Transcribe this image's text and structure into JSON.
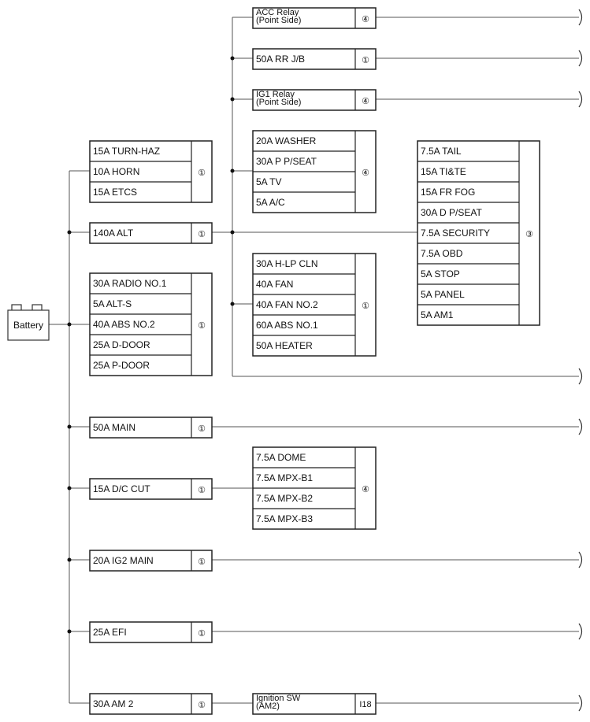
{
  "battery_label": "Battery",
  "boxes": [
    {
      "id": "acc-relay",
      "cells": [
        "ACC Relay\n(Point Side)"
      ],
      "conn": "④"
    },
    {
      "id": "rr-jb",
      "cells": [
        "50A RR J/B"
      ],
      "conn": "①"
    },
    {
      "id": "ig1-relay",
      "cells": [
        "IG1 Relay\n(Point Side)"
      ],
      "conn": "④"
    },
    {
      "id": "washer-group",
      "cells": [
        "20A WASHER",
        "30A P P/SEAT",
        "5A TV",
        "5A A/C"
      ],
      "conn": "④"
    },
    {
      "id": "turn-group",
      "cells": [
        "15A TURN-HAZ",
        "10A HORN",
        "15A ETCS"
      ],
      "conn": "①"
    },
    {
      "id": "alt",
      "cells": [
        "140A ALT"
      ],
      "conn": "①"
    },
    {
      "id": "tail-group",
      "cells": [
        "7.5A TAIL",
        "15A TI&TE",
        "15A FR FOG",
        "30A D P/SEAT",
        "7.5A SECURITY",
        "7.5A OBD",
        "5A STOP",
        "5A PANEL",
        "5A AM1"
      ],
      "conn": "③"
    },
    {
      "id": "hlp-group",
      "cells": [
        "30A H-LP CLN",
        "40A FAN",
        "40A FAN NO.2",
        "60A ABS NO.1",
        "50A HEATER"
      ],
      "conn": "①"
    },
    {
      "id": "radio-group",
      "cells": [
        "30A RADIO NO.1",
        "5A ALT-S",
        "40A ABS NO.2",
        "25A D-DOOR",
        "25A P-DOOR"
      ],
      "conn": "①"
    },
    {
      "id": "main",
      "cells": [
        "50A MAIN"
      ],
      "conn": "①"
    },
    {
      "id": "dc-cut",
      "cells": [
        "15A D/C CUT"
      ],
      "conn": "①"
    },
    {
      "id": "dome-group",
      "cells": [
        "7.5A DOME",
        "7.5A MPX-B1",
        "7.5A MPX-B2",
        "7.5A MPX-B3"
      ],
      "conn": "④"
    },
    {
      "id": "ig2-main",
      "cells": [
        "20A IG2 MAIN"
      ],
      "conn": "①"
    },
    {
      "id": "efi",
      "cells": [
        "25A EFI"
      ],
      "conn": "①"
    },
    {
      "id": "am2",
      "cells": [
        "30A AM 2"
      ],
      "conn": "①"
    },
    {
      "id": "ign-sw",
      "cells": [
        "Ignition SW\n(AM2)"
      ],
      "conn": "I18"
    }
  ]
}
